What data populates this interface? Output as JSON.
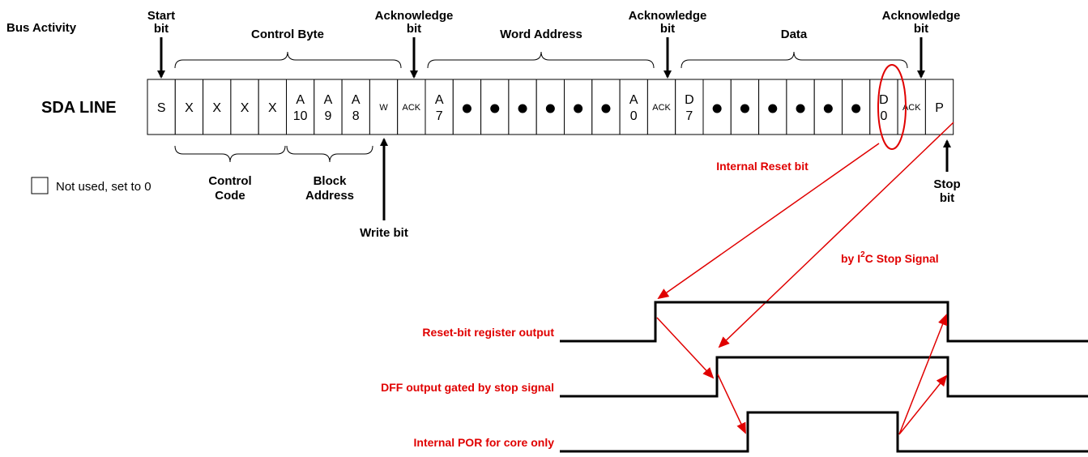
{
  "header": {
    "bus_activity": "Bus Activity",
    "start_bit": [
      "Start",
      "bit"
    ],
    "control_byte": "Control Byte",
    "ack_bit": [
      "Acknowledge",
      "bit"
    ],
    "word_address": "Word Address",
    "data": "Data"
  },
  "sda_line_label": "SDA LINE",
  "cells": [
    {
      "type": "text",
      "text": "S"
    },
    {
      "type": "text",
      "text": "X"
    },
    {
      "type": "text",
      "text": "X"
    },
    {
      "type": "text",
      "text": "X"
    },
    {
      "type": "text",
      "text": "X"
    },
    {
      "type": "stack",
      "top": "A",
      "bottom": "10"
    },
    {
      "type": "stack",
      "top": "A",
      "bottom": "9"
    },
    {
      "type": "stack",
      "top": "A",
      "bottom": "8"
    },
    {
      "type": "small",
      "text": "W"
    },
    {
      "type": "small",
      "text": "ACK"
    },
    {
      "type": "stack",
      "top": "A",
      "bottom": "7"
    },
    {
      "type": "dot"
    },
    {
      "type": "dot"
    },
    {
      "type": "dot"
    },
    {
      "type": "dot"
    },
    {
      "type": "dot"
    },
    {
      "type": "dot"
    },
    {
      "type": "stack",
      "top": "A",
      "bottom": "0"
    },
    {
      "type": "small",
      "text": "ACK"
    },
    {
      "type": "stack",
      "top": "D",
      "bottom": "7"
    },
    {
      "type": "dot"
    },
    {
      "type": "dot"
    },
    {
      "type": "dot"
    },
    {
      "type": "dot"
    },
    {
      "type": "dot"
    },
    {
      "type": "dot"
    },
    {
      "type": "stack",
      "top": "D",
      "bottom": "0"
    },
    {
      "type": "small",
      "text": "ACK"
    },
    {
      "type": "text",
      "text": "P"
    }
  ],
  "lower_labels": {
    "control_code": [
      "Control",
      "Code"
    ],
    "block_address": [
      "Block",
      "Address"
    ],
    "write_bit": "Write bit",
    "stop_bit": [
      "Stop",
      "bit"
    ]
  },
  "legend": {
    "not_used": "Not used, set to 0"
  },
  "annotations": {
    "internal_reset_bit": "Internal Reset bit",
    "stop_signal_prefix": "by I",
    "stop_signal_sup": "2",
    "stop_signal_suffix": "C Stop Signal"
  },
  "waveforms": {
    "reset_bit_output": "Reset-bit register output",
    "dff_output": "DFF output gated by stop signal",
    "internal_por": "Internal POR for core only"
  },
  "colors": {
    "accent": "#e00000",
    "line": "#000000"
  }
}
